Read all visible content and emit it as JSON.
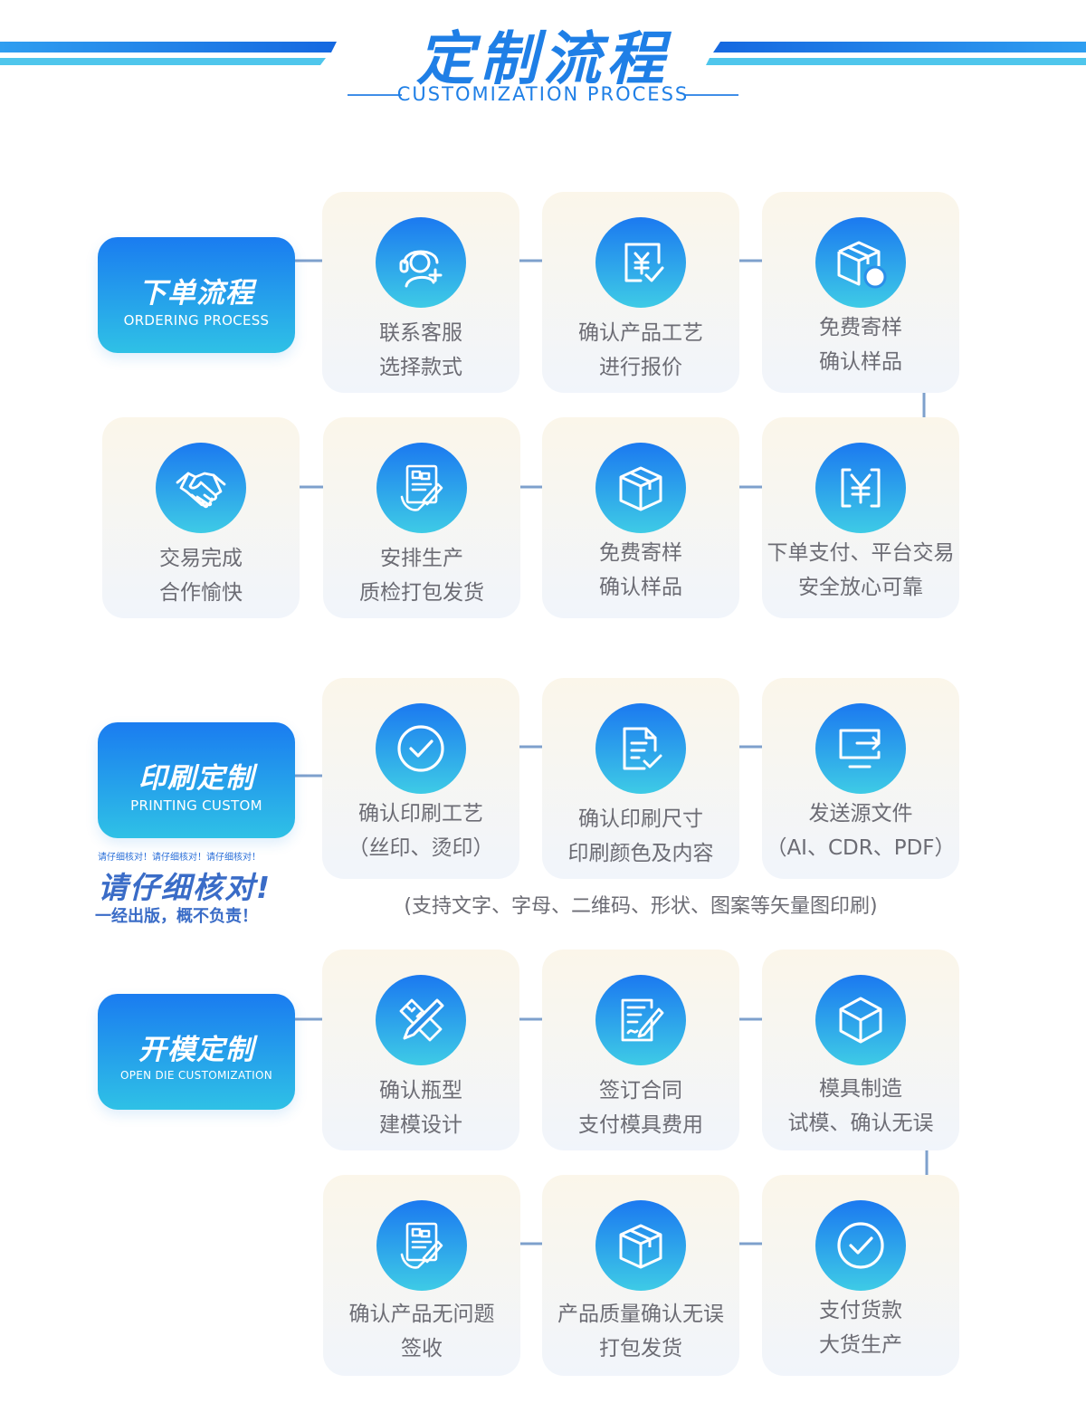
{
  "header": {
    "title": "定制流程",
    "subtitle": "CUSTOMIZATION PROCESS"
  },
  "colors": {
    "accent": "#1f7fe6",
    "gradient_top": "#1b79f0",
    "gradient_bottom": "#3ecbe6",
    "connector": "#7ea0cc"
  },
  "sections": {
    "ordering": {
      "title": "下单流程",
      "subtitle": "ORDERING PROCESS",
      "steps": [
        {
          "icon": "headset-icon",
          "line1": "联系客服",
          "line2": "选择款式"
        },
        {
          "icon": "yen-document-icon",
          "line1": "确认产品工艺",
          "line2": "进行报价"
        },
        {
          "icon": "sample-box-icon",
          "line1": "免费寄样",
          "line2": "确认样品"
        },
        {
          "icon": "yen-icon",
          "line1": "下单支付、平台交易",
          "line2": "安全放心可靠"
        },
        {
          "icon": "box-icon",
          "line1": "免费寄样",
          "line2": "确认样品"
        },
        {
          "icon": "contract-icon",
          "line1": "安排生产",
          "line2": "质检打包发货"
        },
        {
          "icon": "handshake-icon",
          "line1": "交易完成",
          "line2": "合作愉快"
        }
      ]
    },
    "printing": {
      "title": "印刷定制",
      "subtitle": "PRINTING CUSTOM",
      "steps": [
        {
          "icon": "check-circle-icon",
          "line1": "确认印刷工艺",
          "line2": "（丝印、烫印）"
        },
        {
          "icon": "file-check-icon",
          "line1": "确认印刷尺寸",
          "line2": "印刷颜色及内容"
        },
        {
          "icon": "send-screen-icon",
          "line1": "发送源文件",
          "line2": "（AI、CDR、PDF）"
        }
      ],
      "note": "(支持文字、字母、二维码、形状、图案等矢量图印刷)",
      "warning_small": "请仔细核对！请仔细核对！请仔细核对！",
      "warning_big": "请仔细核对!",
      "warning_sub": "一经出版，概不负责！"
    },
    "mold": {
      "title": "开模定制",
      "subtitle": "OPEN DIE CUSTOMIZATION",
      "steps": [
        {
          "icon": "pencil-ruler-icon",
          "line1": "确认瓶型",
          "line2": "建模设计"
        },
        {
          "icon": "sign-document-icon",
          "line1": "签订合同",
          "line2": "支付模具费用"
        },
        {
          "icon": "cube-icon",
          "line1": "模具制造",
          "line2": "试模、确认无误"
        },
        {
          "icon": "check-circle-icon",
          "line1": "支付货款",
          "line2": "大货生产"
        },
        {
          "icon": "box-icon",
          "line1": "产品质量确认无误",
          "line2": "打包发货"
        },
        {
          "icon": "contract-icon",
          "line1": "确认产品无问题",
          "line2": "签收"
        }
      ]
    }
  }
}
